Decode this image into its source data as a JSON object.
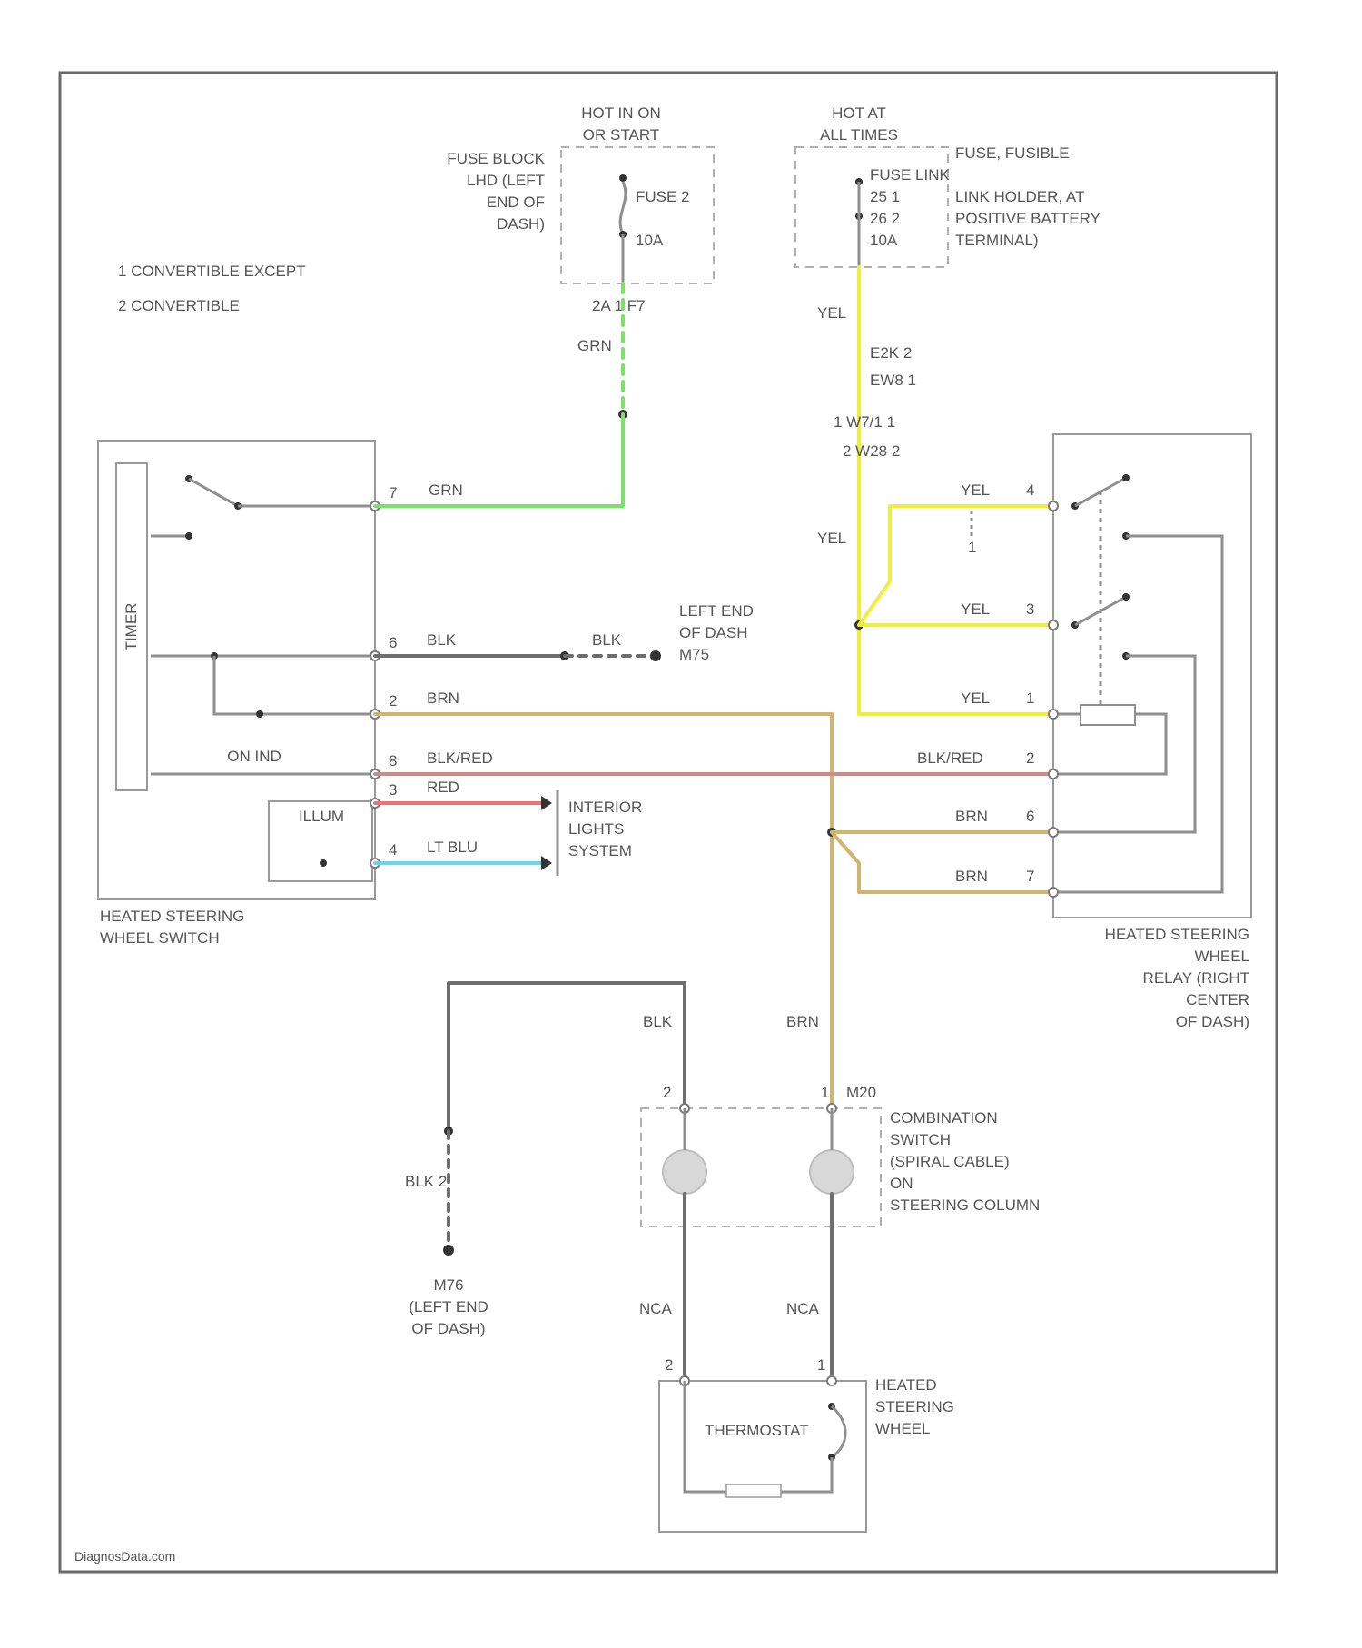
{
  "colors": {
    "GRN": "#7ee06a",
    "YEL": "#f0ee3c",
    "BRN": "#d2b46c",
    "BLK": "#6e6e6e",
    "BLK_RED": "#d08a8a",
    "RED": "#f27070",
    "LT_BLU": "#66d8e8",
    "frame": "#6a6a6a"
  },
  "legend": {
    "item1": "1  CONVERTIBLE EXCEPT",
    "item2": "2  CONVERTIBLE"
  },
  "fuse_block": {
    "heading1": "HOT IN ON",
    "heading2": "OR START",
    "name1": "FUSE BLOCK",
    "name2": "LHD (LEFT",
    "name3": "END OF",
    "name4": "DASH)",
    "fuse_label": "FUSE 2",
    "amps": "10A",
    "connector": "2A  1  F7"
  },
  "fusible_link": {
    "heading1": "HOT AT",
    "heading2": "ALL TIMES",
    "line1": "FUSE LINK",
    "line2": "25    1",
    "line3": "26    2",
    "line4": "10A",
    "desc1": "FUSE, FUSIBLE",
    "desc2": "LINK HOLDER, AT",
    "desc3": "POSITIVE BATTERY",
    "desc4": "TERMINAL)"
  },
  "connectors": {
    "c1": "E2K    2",
    "c2": "EW8    1",
    "c3": "1   W7/1      1",
    "c4": "2   W28       2"
  },
  "wires": {
    "grn_top": "GRN",
    "grn_mid": "GRN",
    "yel_top": "YEL",
    "yel_mid": "YEL",
    "yel_4": "YEL",
    "yel_3": "YEL",
    "yel_1": "YEL",
    "blk": "BLK",
    "blk_gnd": "BLK",
    "brn": "BRN",
    "blk_red_left": "BLK/RED",
    "blk_red_right": "BLK/RED",
    "red": "RED",
    "lt_blu": "LT BLU",
    "brn_6": "BRN",
    "brn_7": "BRN",
    "blk_lower": "BLK",
    "brn_lower": "BRN",
    "blk_2": "BLK 2",
    "nca_left": "NCA",
    "nca_right": "NCA"
  },
  "switch": {
    "timer": "TIMER",
    "on_ind": "ON IND",
    "illum": "ILLUM",
    "name1": "HEATED STEERING",
    "name2": "WHEEL SWITCH",
    "pin7": "7",
    "pin6": "6",
    "pin2": "2",
    "pin8": "8",
    "pin3": "3",
    "pin4": "4"
  },
  "ground": {
    "label1": "LEFT END",
    "label2": "OF DASH",
    "id": "M75"
  },
  "interior": {
    "line1": "INTERIOR",
    "line2": "LIGHTS",
    "line3": "SYSTEM"
  },
  "relay": {
    "name1": "HEATED STEERING",
    "name2": "WHEEL",
    "name3": "RELAY (RIGHT",
    "name4": "CENTER",
    "name5": "OF DASH)",
    "pin4": "4",
    "pin3": "3",
    "pin1": "1",
    "pin2": "2",
    "pin6": "6",
    "pin7": "7",
    "note": "1"
  },
  "combination_switch": {
    "line1": "COMBINATION",
    "line2": "SWITCH",
    "line3": "(SPIRAL CABLE)",
    "line4": "ON",
    "line5": "STEERING COLUMN",
    "pin2": "2",
    "pin1": "1",
    "connector": "M20"
  },
  "ground_lower": {
    "id": "M76",
    "line1": "(LEFT END",
    "line2": "OF DASH)"
  },
  "steering_wheel": {
    "thermostat": "THERMOSTAT",
    "name1": "HEATED",
    "name2": "STEERING",
    "name3": "WHEEL",
    "pin2": "2",
    "pin1": "1"
  },
  "footer": "DiagnosData.com"
}
